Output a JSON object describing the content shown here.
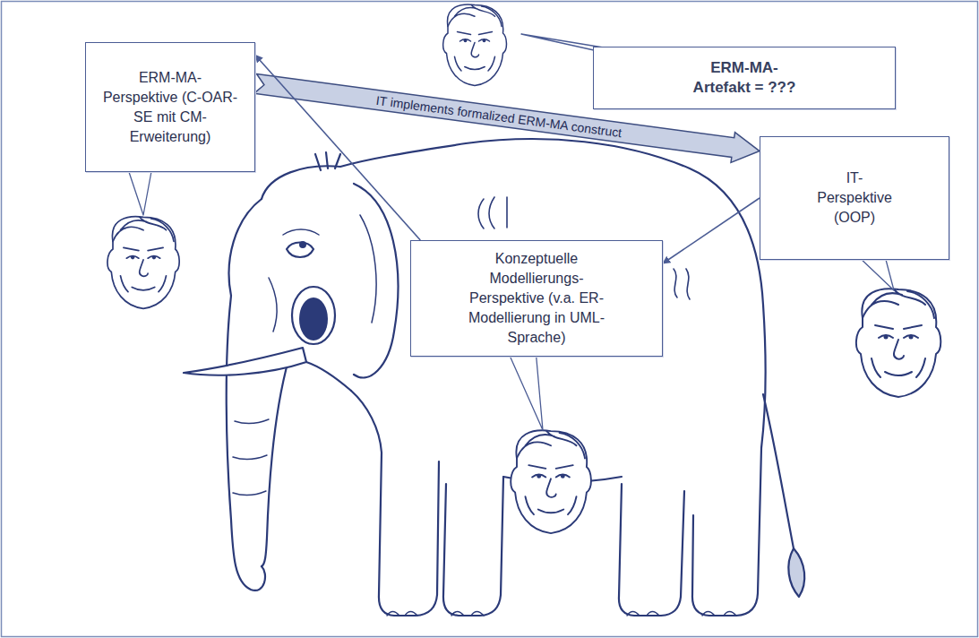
{
  "diagram": {
    "nodes": [
      {
        "text": [
          "ERM-MA- Perspektive (C-OAR-SE mit CM-Erweiterung)"
        ]
      },
      {
        "text": [
          "ERM-MA- Artefakt = ???"
        ]
      },
      {
        "text": [
          "IT- Perspektive (OOP)"
        ]
      },
      {
        "text": [
          "Konzeptuelle Modellierungs- Perspektive (v.a. ER-Modellierung in UML-Sprache)"
        ]
      }
    ],
    "edges": [
      {
        "from": 0,
        "to": 2,
        "arrow": "to",
        "label": "IT implements formalized ERM-MA construct"
      },
      {
        "from": 3,
        "to": 0,
        "arrow": "to"
      },
      {
        "from": 2,
        "to": 3,
        "arrow": "to"
      }
    ]
  }
}
